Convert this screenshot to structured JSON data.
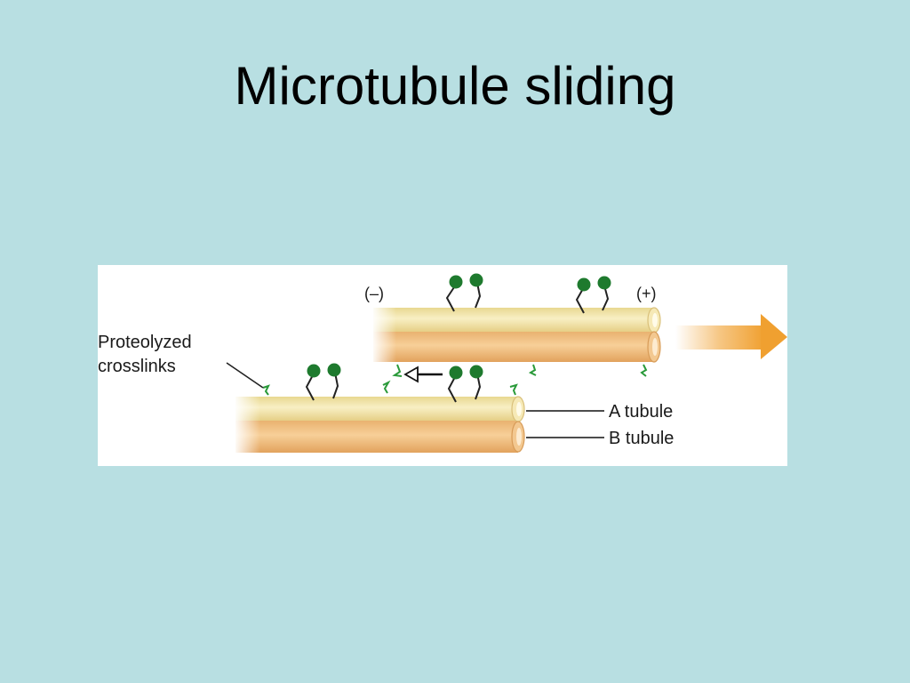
{
  "slide": {
    "title": "Microtubule sliding"
  },
  "figure": {
    "minus_end": "(–)",
    "plus_end": "(+)",
    "crosslinks_label_line1": "Proteolyzed",
    "crosslinks_label_line2": "crosslinks",
    "a_tubule_label": "A tubule",
    "b_tubule_label": "B tubule",
    "colors": {
      "background": "#b8dfe2",
      "tubule_a": "#f1e3a6",
      "tubule_b": "#f0be82",
      "dynein_head": "#1e7a2e",
      "crosslink": "#2a9a3a",
      "motion_arrow": "#f0a030"
    }
  }
}
